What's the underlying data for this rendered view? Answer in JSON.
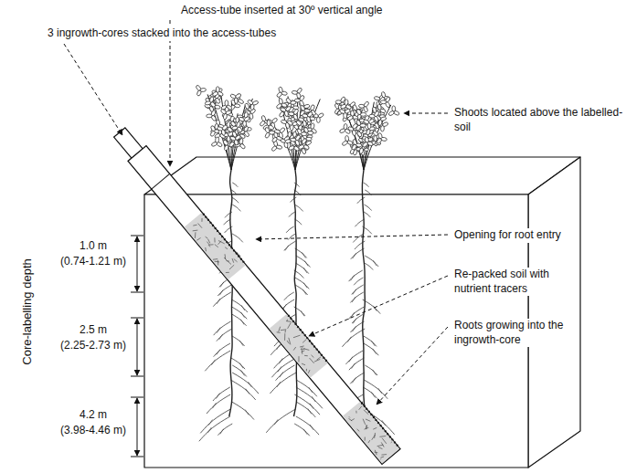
{
  "diagram": {
    "labels": [
      "Access-tube inserted at 30º vertical angle",
      "3 ingrowth-cores stacked into the access-tubes",
      "Shoots located above the labelled-soil",
      "Opening for root entry",
      "Re-packed soil with nutrient tracers",
      "Roots growing into the ingrowth-core",
      "Core-labelling depth",
      "1.0 m",
      "(0.74-1.21 m)",
      "2.5 m",
      "(2.25-2.73 m)",
      "4.2 m",
      "(3.98-4.46 m)"
    ]
  }
}
